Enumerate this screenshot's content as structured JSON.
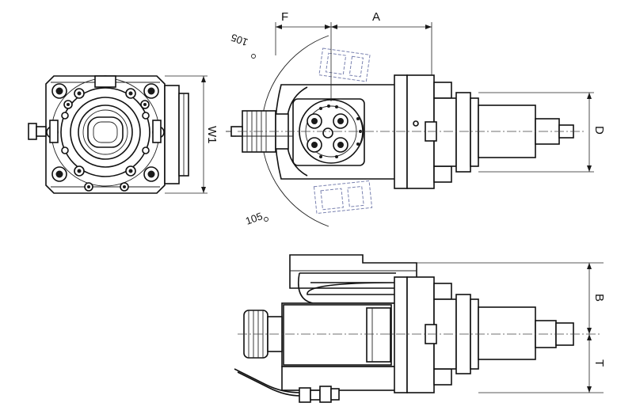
{
  "dimension_labels": {
    "F": "F",
    "A": "A",
    "D": "D",
    "W1": "W1",
    "B": "B",
    "T": "T"
  },
  "angles": {
    "top": "105",
    "bottom": "105"
  }
}
